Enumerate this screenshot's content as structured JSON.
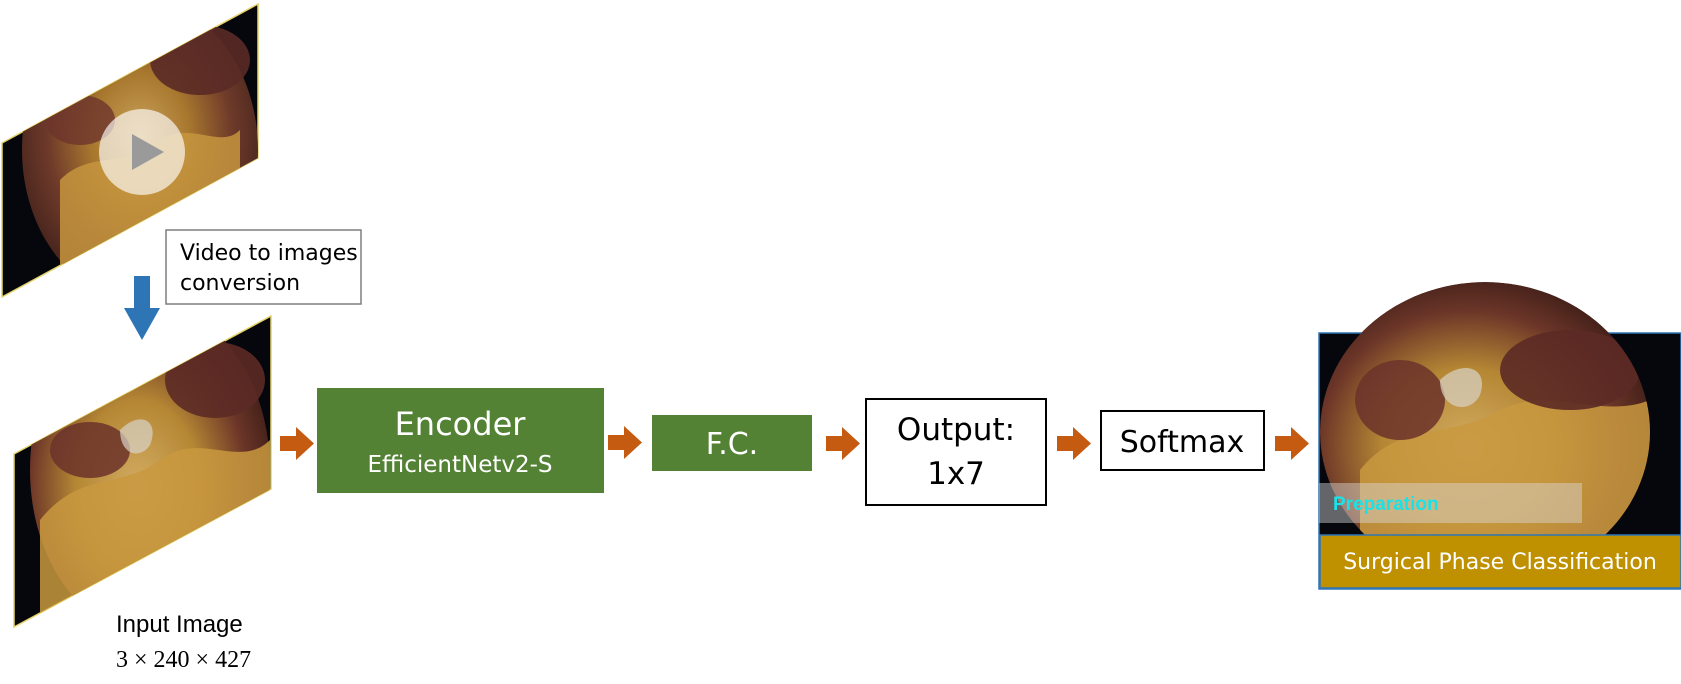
{
  "video_conversion": {
    "label_line1": "Video to images",
    "label_line2": "conversion"
  },
  "input_image": {
    "title": "Input Image",
    "dims": "3 × 240 × 427"
  },
  "encoder": {
    "title": "Encoder",
    "subtitle": "EfficientNetv2-S"
  },
  "fc": {
    "label": "F.C."
  },
  "output": {
    "line1": "Output:",
    "line2": "1x7"
  },
  "softmax": {
    "label": "Softmax"
  },
  "result": {
    "phase_label": "Preparation",
    "caption": "Surgical Phase Classification"
  },
  "colors": {
    "green_block": "#548235",
    "arrow_orange": "#c55a11",
    "arrow_blue": "#2e75b6",
    "caption_gold": "#bf9000",
    "phase_text_cyan": "#19e3e8",
    "frame_border_yellow": "#e6d36a"
  }
}
